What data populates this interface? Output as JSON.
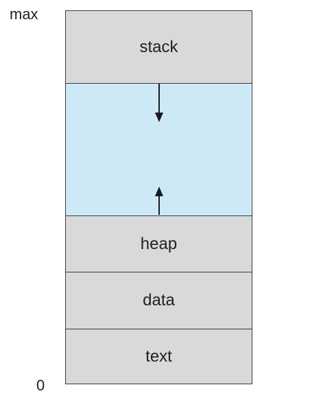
{
  "labels": {
    "max": "max",
    "zero": "0"
  },
  "segments": {
    "stack": "stack",
    "heap": "heap",
    "data": "data",
    "text": "text"
  },
  "colors": {
    "segment_fill": "#d9d9db",
    "free_space_fill": "#cde9f6",
    "outline": "#3a3a3a"
  },
  "arrows": {
    "stack_growth": "down",
    "heap_growth": "up"
  }
}
